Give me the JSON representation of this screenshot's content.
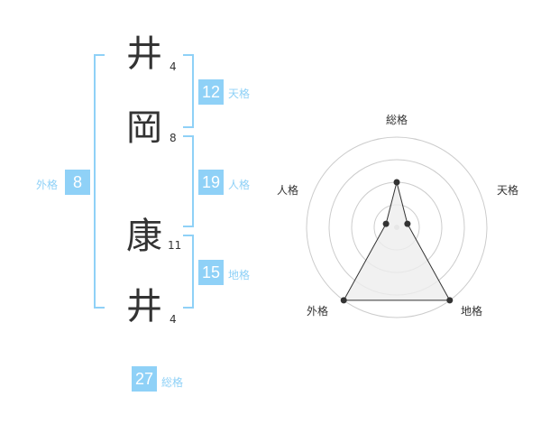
{
  "name": {
    "chars": [
      {
        "char": "井",
        "strokes": "4"
      },
      {
        "char": "岡",
        "strokes": "8"
      },
      {
        "char": "康",
        "strokes": "11"
      },
      {
        "char": "井",
        "strokes": "4"
      }
    ]
  },
  "scores": {
    "tenkaku": {
      "label": "天格",
      "value": "12"
    },
    "jinkaku": {
      "label": "人格",
      "value": "19"
    },
    "chikaku": {
      "label": "地格",
      "value": "15"
    },
    "gaikaku": {
      "label": "外格",
      "value": "8"
    },
    "soukaku": {
      "label": "総格",
      "value": "27"
    }
  },
  "chart_data": {
    "type": "radar",
    "axes": [
      "総格",
      "天格",
      "地格",
      "外格",
      "人格"
    ],
    "levels": 4,
    "values": [
      2,
      0.5,
      4,
      4,
      0.5
    ],
    "max": 4,
    "colors": {
      "fill": "#eeeeee",
      "line": "#333333",
      "grid": "#cccccc",
      "accent": "#8fd1f7"
    }
  }
}
